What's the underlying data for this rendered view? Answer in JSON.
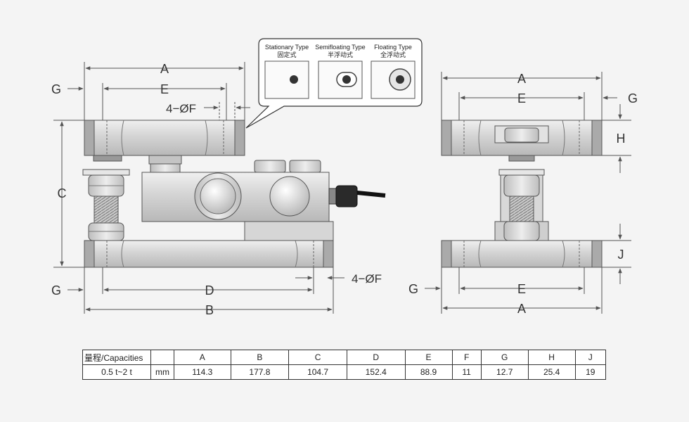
{
  "labels": {
    "A": "A",
    "B": "B",
    "C": "C",
    "D": "D",
    "E": "E",
    "G": "G",
    "H": "H",
    "J": "J",
    "hole_top": "4−ØF",
    "hole_bottom": "4−ØF"
  },
  "callout": {
    "types": [
      {
        "en": "Stationary Type",
        "cn": "固定式"
      },
      {
        "en": "Semifloating Type",
        "cn": "半浮动式"
      },
      {
        "en": "Floating Type",
        "cn": "全浮动式"
      }
    ]
  },
  "table": {
    "header_label": "量程/Capacities",
    "columns": [
      "A",
      "B",
      "C",
      "D",
      "E",
      "F",
      "G",
      "H",
      "J"
    ],
    "row_label": "0.5 t~2 t",
    "unit": "mm",
    "values": [
      "114.3",
      "177.8",
      "104.7",
      "152.4",
      "88.9",
      "11",
      "12.7",
      "25.4",
      "19"
    ]
  }
}
